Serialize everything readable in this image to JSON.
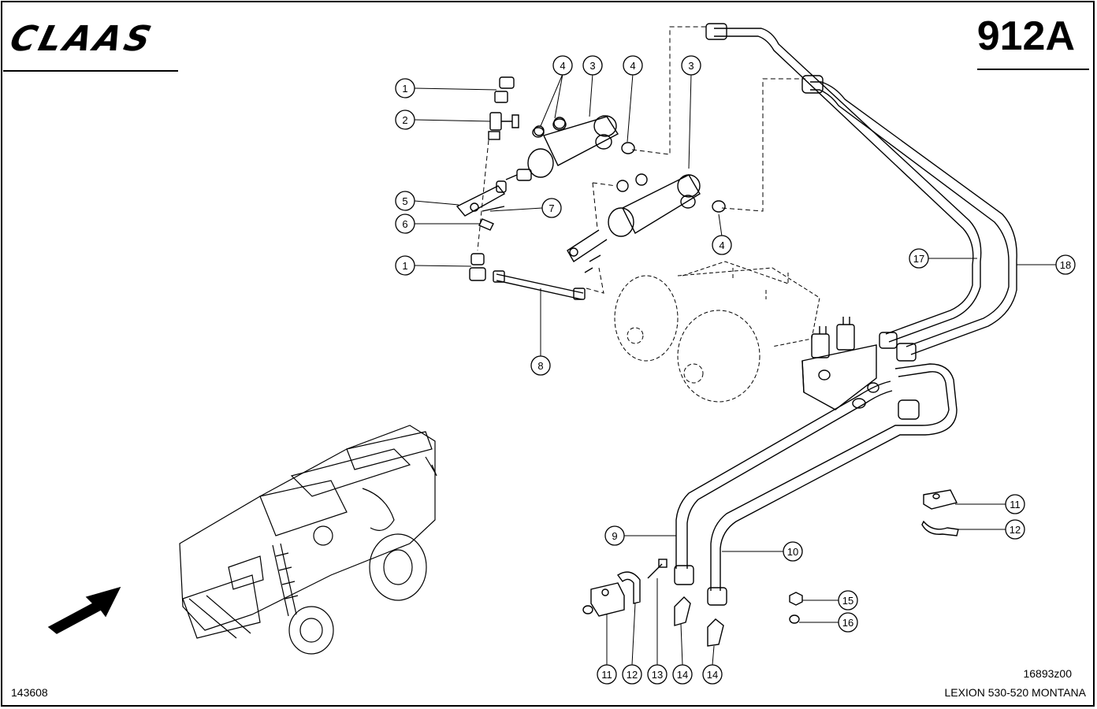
{
  "header": {
    "brand": "CLAAS",
    "page_number": "912A"
  },
  "footer": {
    "left_code": "143608",
    "drawing_ref": "16893z00",
    "model": "LEXION 530-520 MONTANA"
  },
  "callouts": [
    "1",
    "2",
    "3",
    "4",
    "5",
    "6",
    "7",
    "8",
    "9",
    "10",
    "11",
    "12",
    "13",
    "14",
    "15",
    "16",
    "17",
    "18"
  ]
}
